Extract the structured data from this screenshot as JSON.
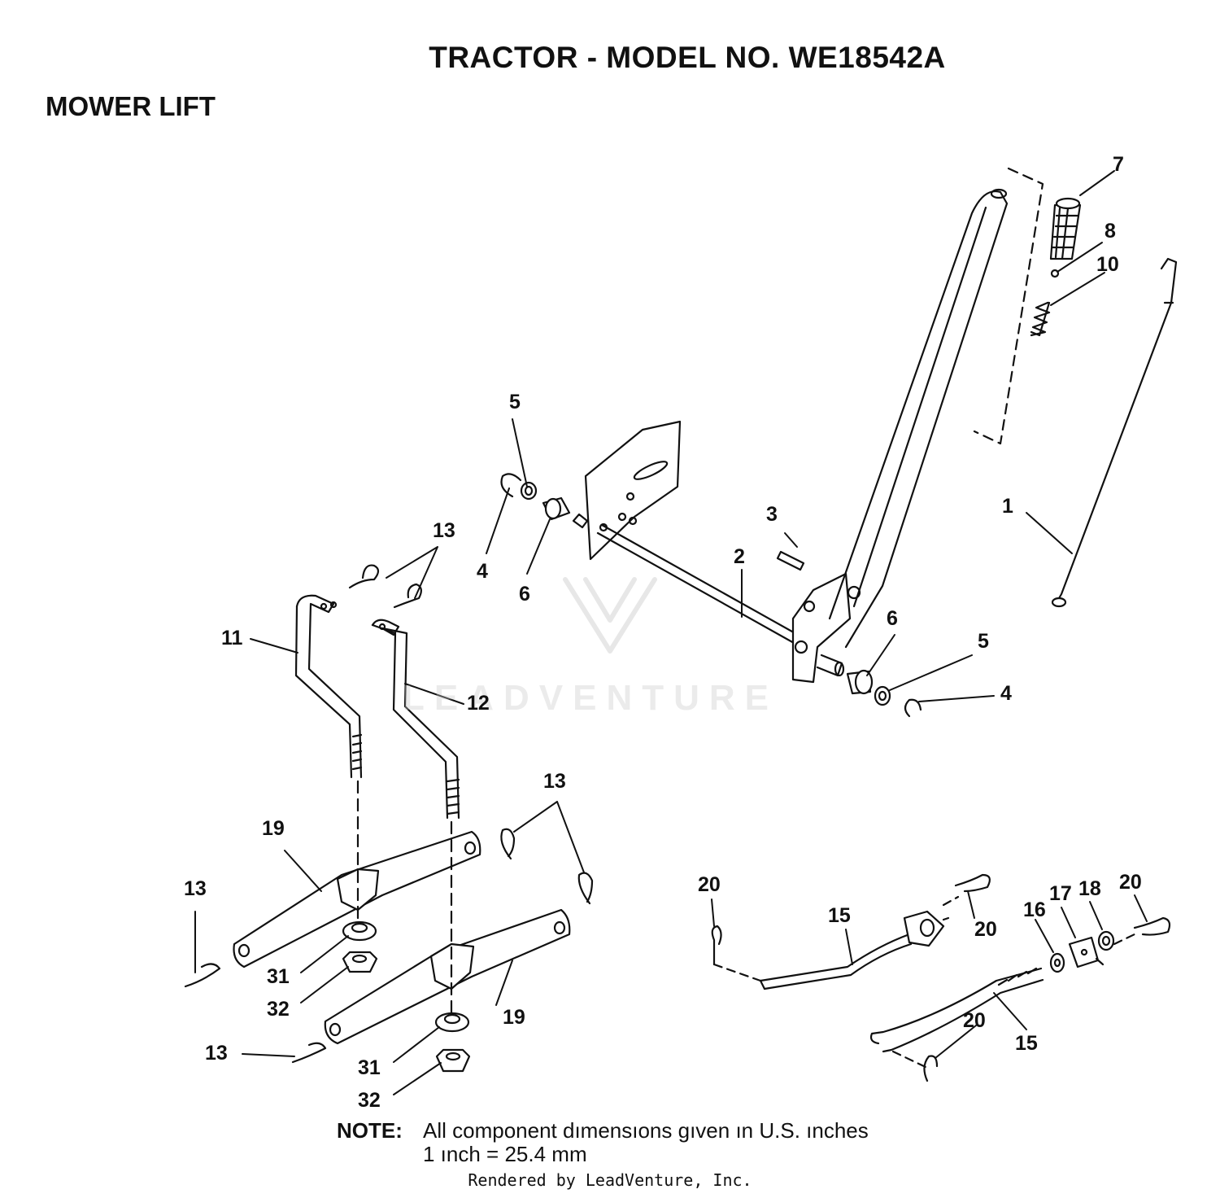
{
  "header": {
    "title": "TRACTOR - MODEL NO. WE18542A",
    "section": "MOWER LIFT"
  },
  "watermark": "LEADVENTURE",
  "callouts": {
    "c1": "1",
    "c2": "2",
    "c3": "3",
    "c4a": "4",
    "c4b": "4",
    "c5a": "5",
    "c5b": "5",
    "c6a": "6",
    "c6b": "6",
    "c7": "7",
    "c8": "8",
    "c10": "10",
    "c11": "11",
    "c12": "12",
    "c13a": "13",
    "c13b": "13",
    "c13c": "13",
    "c13d": "13",
    "c15a": "15",
    "c15b": "15",
    "c16": "16",
    "c17": "17",
    "c18": "18",
    "c19a": "19",
    "c19b": "19",
    "c20a": "20",
    "c20b": "20",
    "c20c": "20",
    "c20d": "20",
    "c31a": "31",
    "c31b": "31",
    "c32a": "32",
    "c32b": "32"
  },
  "note": {
    "label": "NOTE:",
    "line1": "All component dımensıons gıven ın U.S. ınches",
    "line2": "1 ınch = 25.4 mm"
  },
  "footer": "Rendered by LeadVenture, Inc."
}
